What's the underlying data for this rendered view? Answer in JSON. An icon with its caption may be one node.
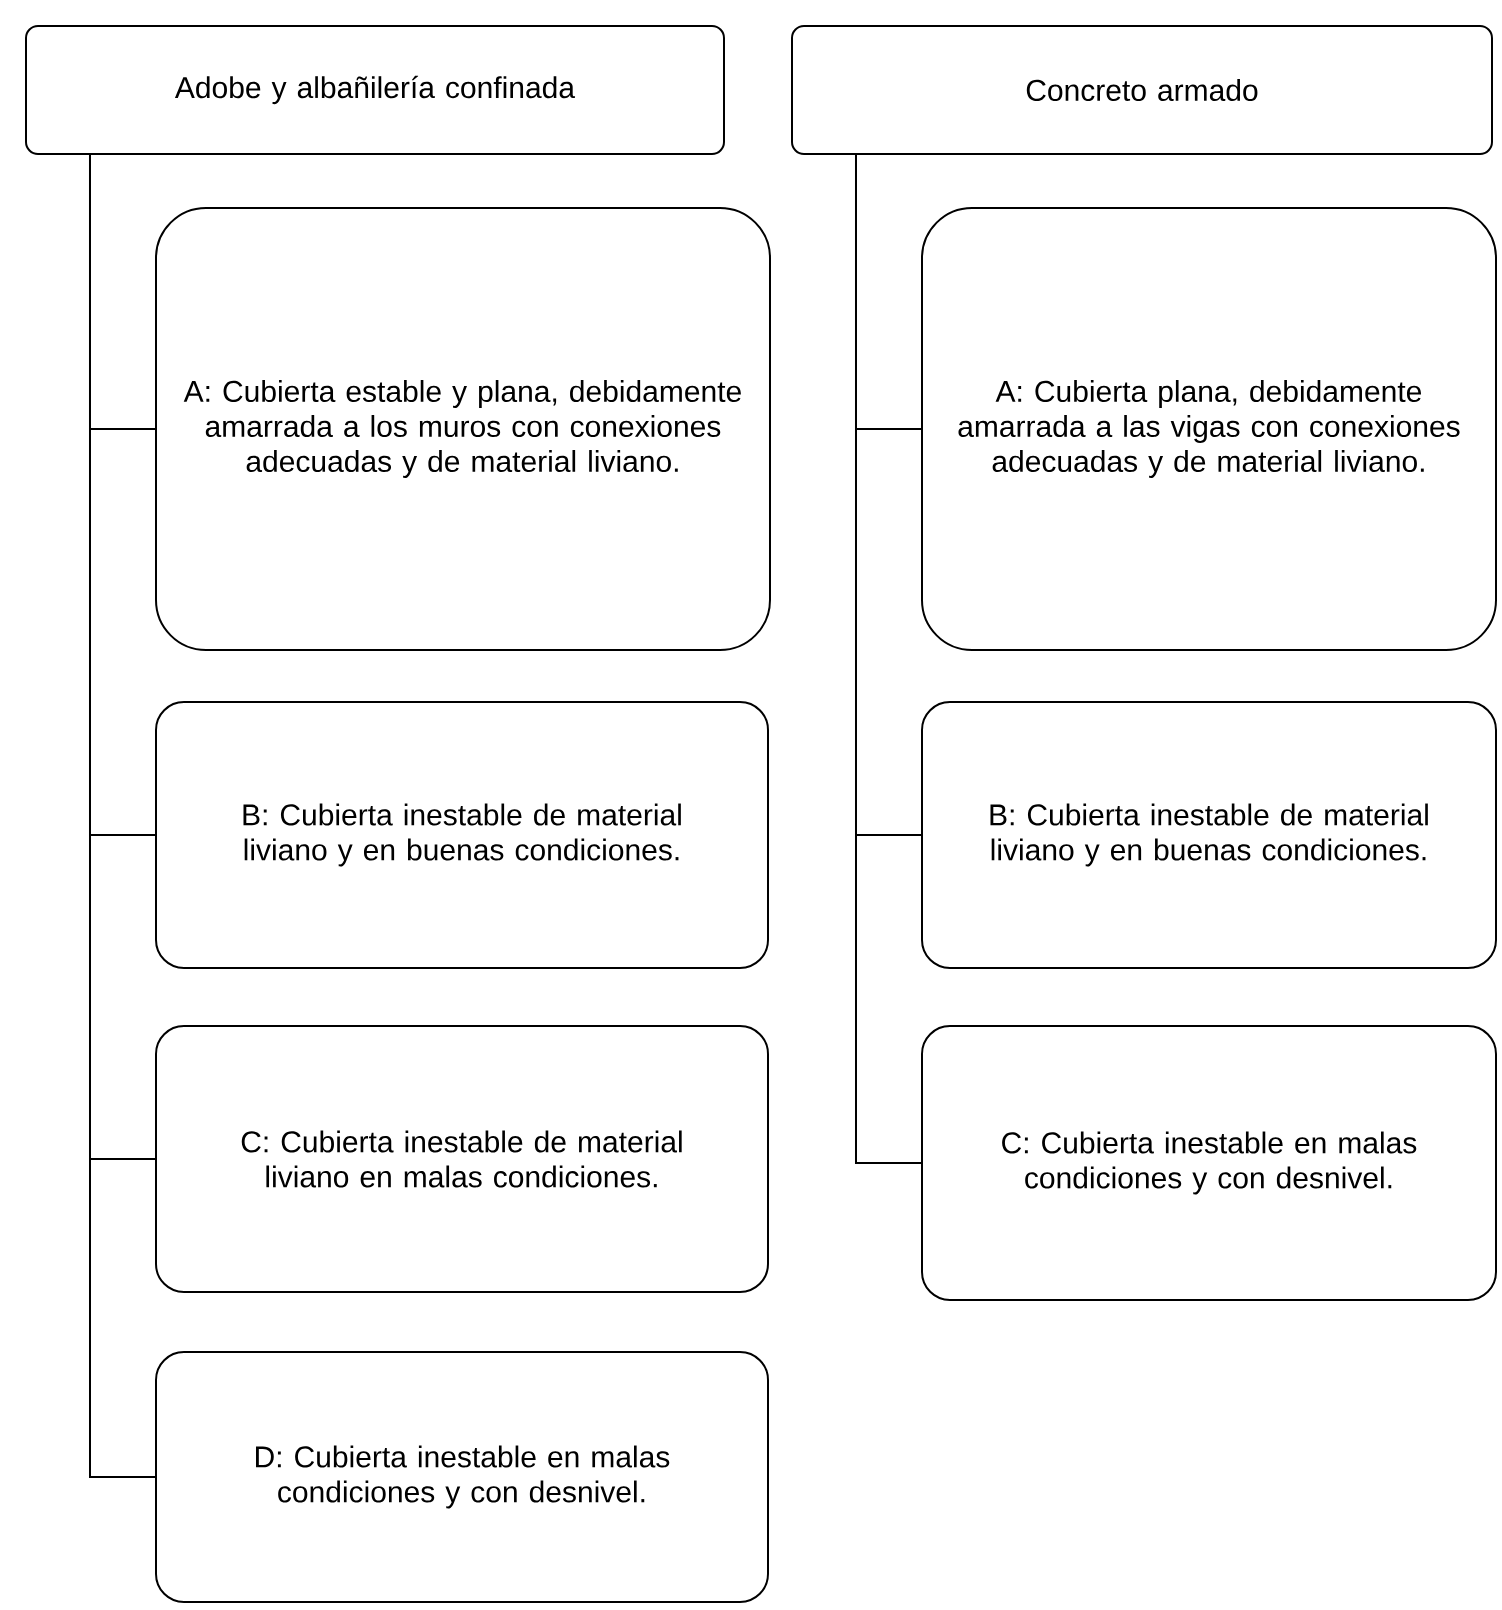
{
  "diagram": {
    "nodes": [
      {
        "text": [
          "Adobe y albañilería confinada"
        ]
      },
      {
        "text": [
          "A: Cubierta estable y plana, debidamente amarrada a los muros con conexiones adecuadas y de material liviano."
        ]
      },
      {
        "text": [
          "B: Cubierta inestable de material liviano y en buenas condiciones."
        ]
      },
      {
        "text": [
          "C: Cubierta inestable de material liviano en malas condiciones."
        ]
      },
      {
        "text": [
          "D: Cubierta inestable en malas condiciones y con desnivel."
        ]
      },
      {
        "text": [
          "Concreto armado"
        ]
      },
      {
        "text": [
          "A: Cubierta plana, debidamente amarrada a las vigas con conexiones adecuadas y de material liviano."
        ]
      },
      {
        "text": [
          "B: Cubierta inestable de material liviano y en buenas condiciones."
        ]
      },
      {
        "text": [
          "C: Cubierta inestable en malas condiciones y con desnivel."
        ]
      }
    ],
    "edges": [
      {
        "from": 0,
        "to": 1,
        "arrow": "none"
      },
      {
        "from": 0,
        "to": 2,
        "arrow": "none"
      },
      {
        "from": 0,
        "to": 3,
        "arrow": "none"
      },
      {
        "from": 0,
        "to": 4,
        "arrow": "none"
      },
      {
        "from": 5,
        "to": 6,
        "arrow": "none"
      },
      {
        "from": 5,
        "to": 7,
        "arrow": "none"
      },
      {
        "from": 5,
        "to": 8,
        "arrow": "none"
      }
    ]
  }
}
